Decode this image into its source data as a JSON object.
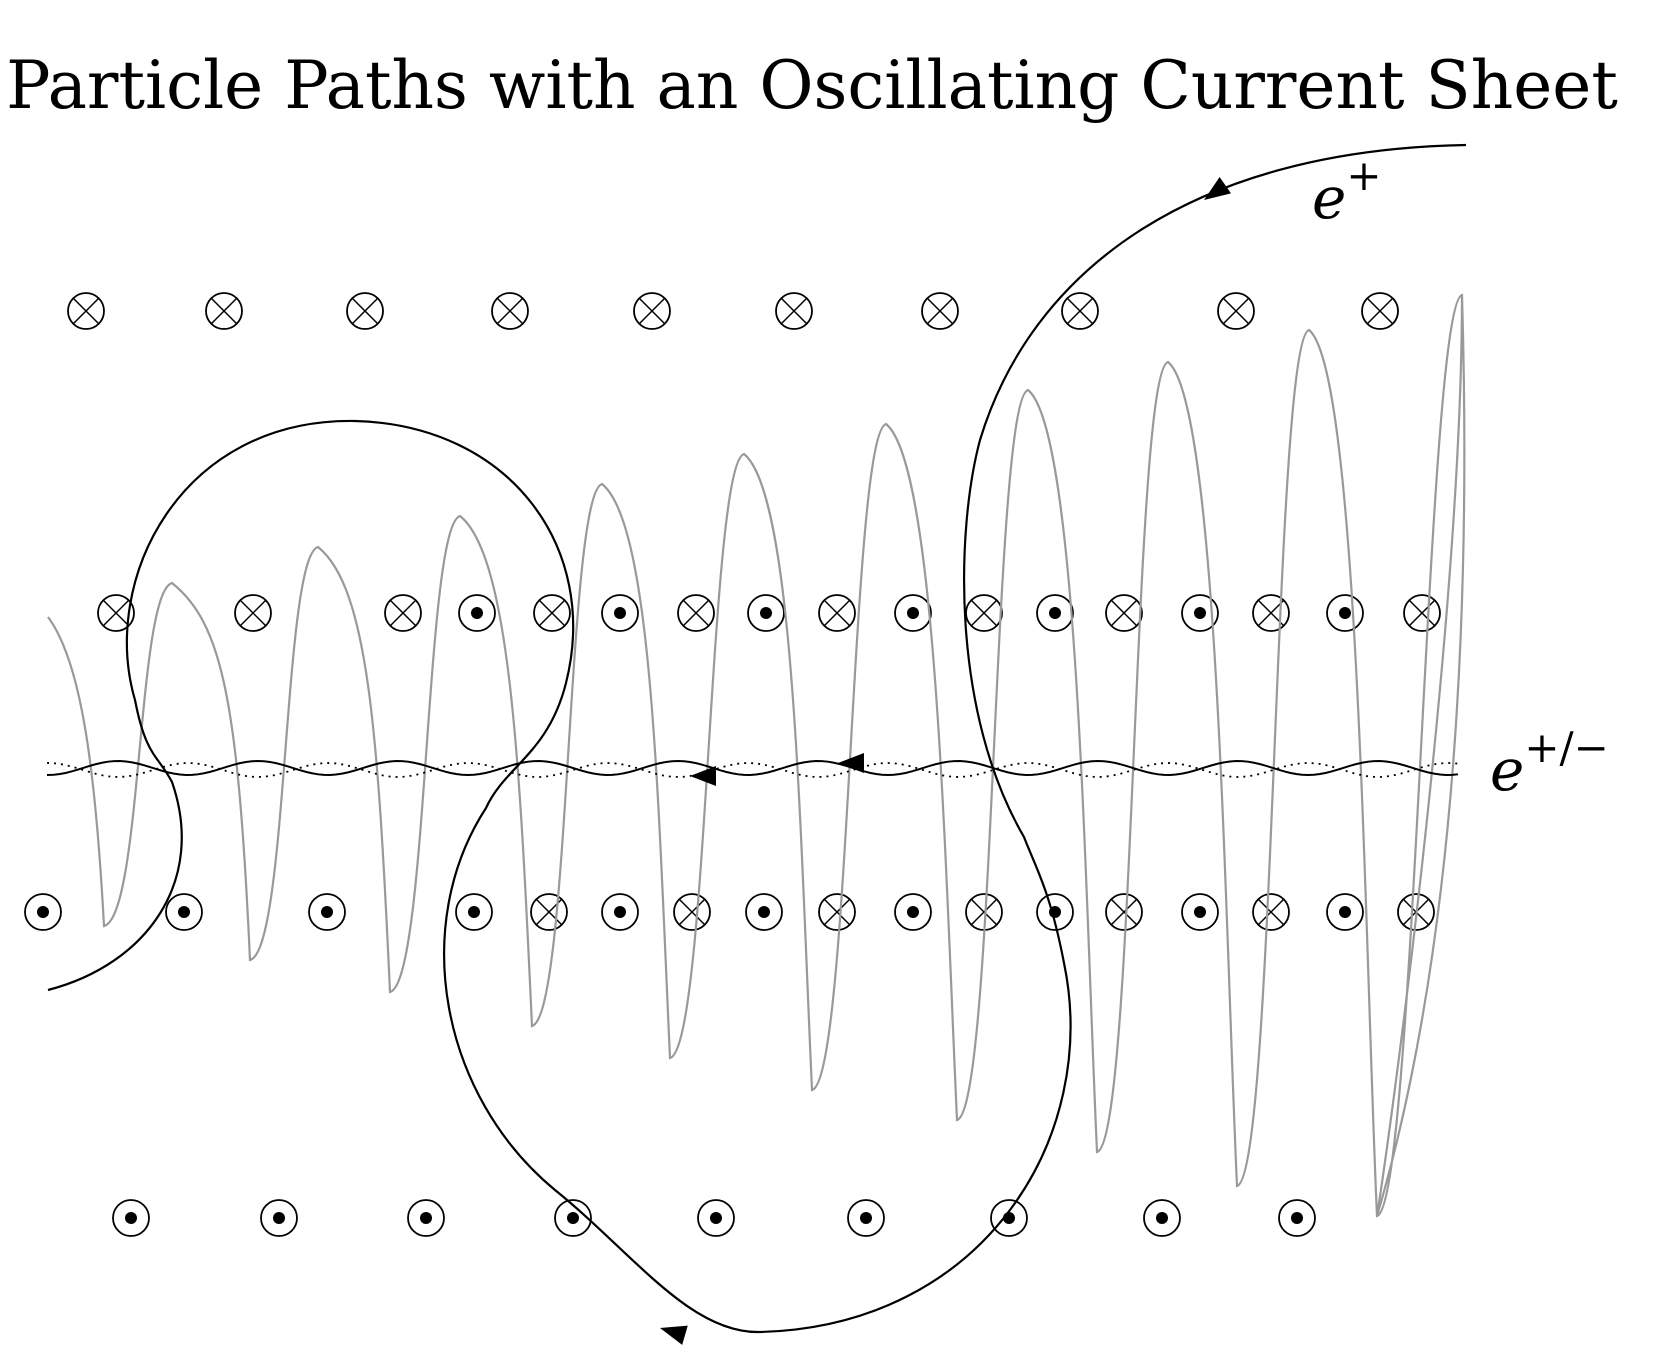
{
  "title": "Particle Paths with an Oscillating Current Sheet",
  "labels": {
    "positron": {
      "base": "e",
      "sup": "+"
    },
    "both": {
      "base": "e",
      "sup": "+/−"
    }
  },
  "symbols": {
    "into_page": "circle-cross-symbol",
    "out_of_page": "circle-dot-symbol"
  },
  "colors": {
    "ink": "#000000",
    "oscillating_path": "#999999"
  }
}
